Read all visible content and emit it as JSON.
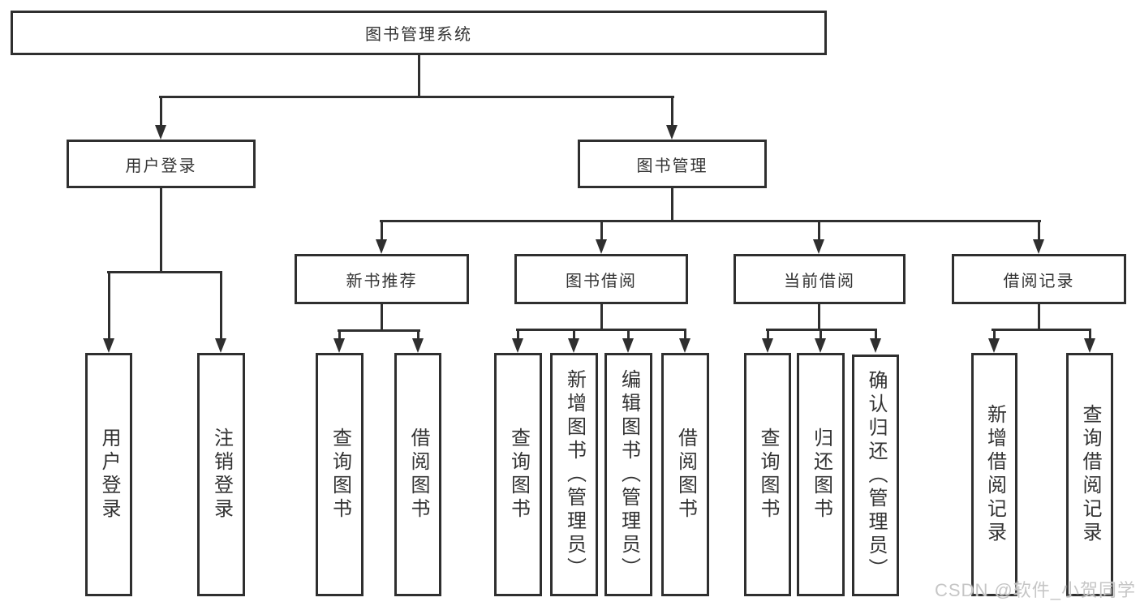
{
  "diagram": {
    "root": {
      "label": "图书管理系统",
      "children": [
        {
          "label": "用户登录",
          "children": [
            {
              "label": "用户登录"
            },
            {
              "label": "注销登录"
            }
          ]
        },
        {
          "label": "图书管理",
          "children": [
            {
              "label": "新书推荐",
              "children": [
                {
                  "label": "查询图书"
                },
                {
                  "label": "借阅图书"
                }
              ]
            },
            {
              "label": "图书借阅",
              "children": [
                {
                  "label": "查询图书"
                },
                {
                  "label": "新增图书（管理员）"
                },
                {
                  "label": "编辑图书（管理员）"
                },
                {
                  "label": "借阅图书"
                }
              ]
            },
            {
              "label": "当前借阅",
              "children": [
                {
                  "label": "查询图书"
                },
                {
                  "label": "归还图书"
                },
                {
                  "label": "确认归还（管理员）"
                }
              ]
            },
            {
              "label": "借阅记录",
              "children": [
                {
                  "label": "新增借阅记录"
                },
                {
                  "label": "查询借阅记录"
                }
              ]
            }
          ]
        }
      ]
    }
  },
  "watermark": {
    "text": "CSDN @软件_小贺同学"
  },
  "colors": {
    "line": "#2f2f2f",
    "text": "#333333",
    "background": "#ffffff",
    "watermark": "#c6c6c6"
  }
}
